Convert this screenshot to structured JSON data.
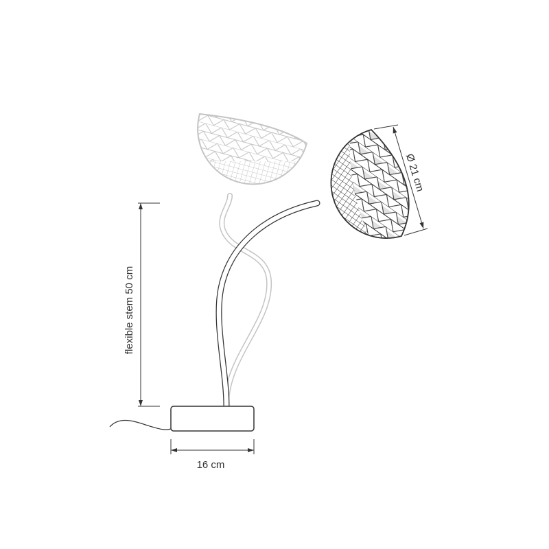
{
  "labels": {
    "stem_length": "flexible stem 50 cm",
    "shade_diameter": "Ø 21 cm",
    "base_width": "16 cm"
  },
  "colors": {
    "line": "#333333",
    "ghost": "#c4c4c4",
    "background": "#ffffff"
  }
}
